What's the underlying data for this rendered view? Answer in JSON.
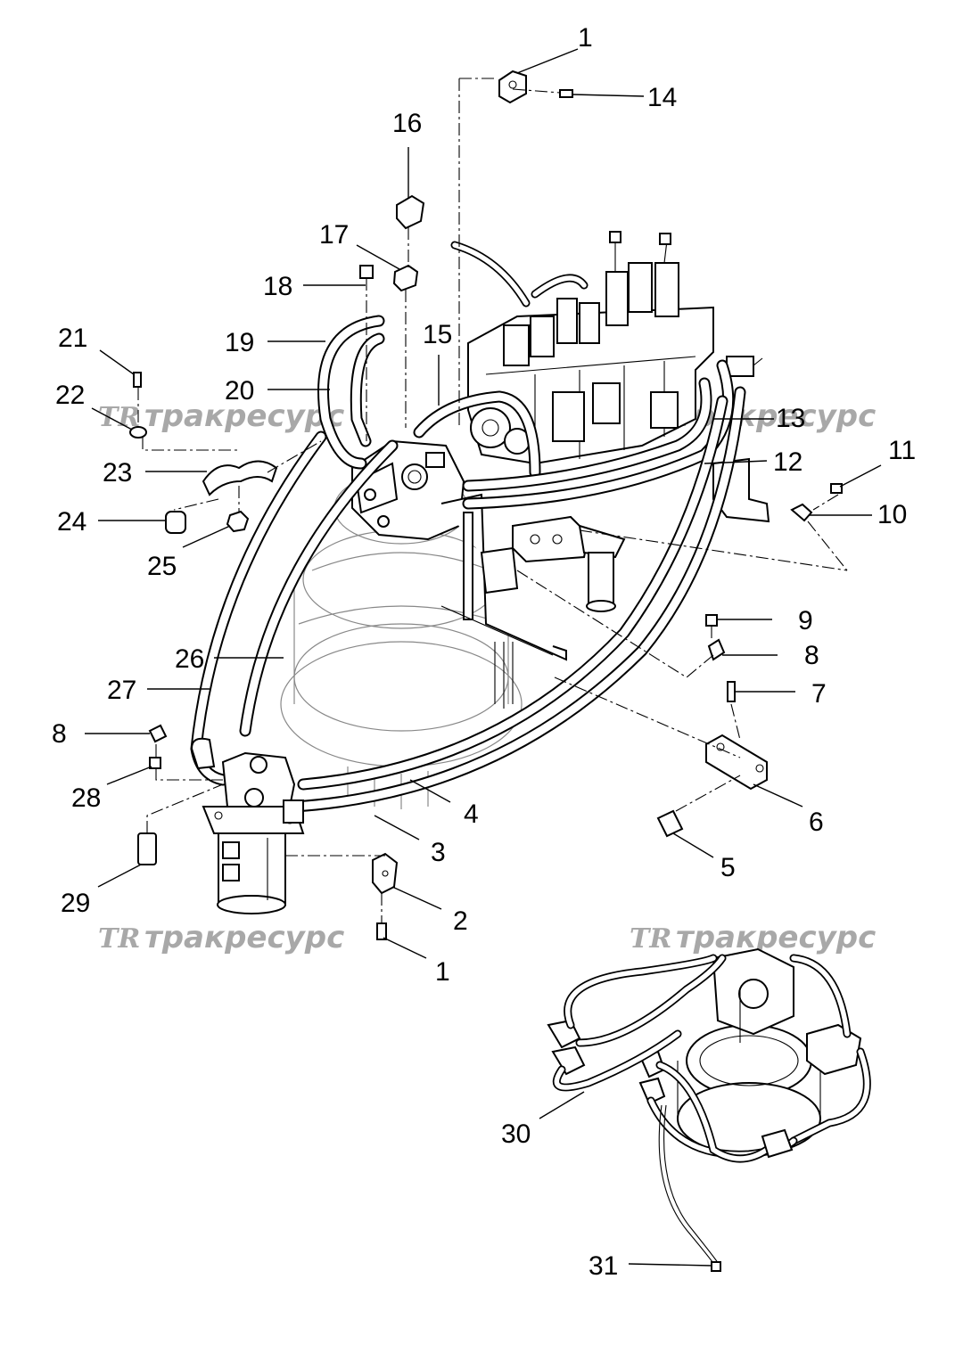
{
  "watermark": {
    "text": "тракресурс",
    "logo": "TR"
  },
  "callouts": [
    {
      "id": "c1a",
      "label": "1"
    },
    {
      "id": "c14",
      "label": "14"
    },
    {
      "id": "c16",
      "label": "16"
    },
    {
      "id": "c17",
      "label": "17"
    },
    {
      "id": "c18",
      "label": "18"
    },
    {
      "id": "c15",
      "label": "15"
    },
    {
      "id": "c19",
      "label": "19"
    },
    {
      "id": "c21",
      "label": "21"
    },
    {
      "id": "c20",
      "label": "20"
    },
    {
      "id": "c22",
      "label": "22"
    },
    {
      "id": "c13",
      "label": "13"
    },
    {
      "id": "c12",
      "label": "12"
    },
    {
      "id": "c11",
      "label": "11"
    },
    {
      "id": "c23",
      "label": "23"
    },
    {
      "id": "c10",
      "label": "10"
    },
    {
      "id": "c24",
      "label": "24"
    },
    {
      "id": "c25",
      "label": "25"
    },
    {
      "id": "c9",
      "label": "9"
    },
    {
      "id": "c26",
      "label": "26"
    },
    {
      "id": "c8a",
      "label": "8"
    },
    {
      "id": "c27",
      "label": "27"
    },
    {
      "id": "c7",
      "label": "7"
    },
    {
      "id": "c8b",
      "label": "8"
    },
    {
      "id": "c28",
      "label": "28"
    },
    {
      "id": "c4",
      "label": "4"
    },
    {
      "id": "c6",
      "label": "6"
    },
    {
      "id": "c3",
      "label": "3"
    },
    {
      "id": "c5",
      "label": "5"
    },
    {
      "id": "c29",
      "label": "29"
    },
    {
      "id": "c2",
      "label": "2"
    },
    {
      "id": "c1b",
      "label": "1"
    },
    {
      "id": "c30",
      "label": "30"
    },
    {
      "id": "c31",
      "label": "31"
    }
  ]
}
